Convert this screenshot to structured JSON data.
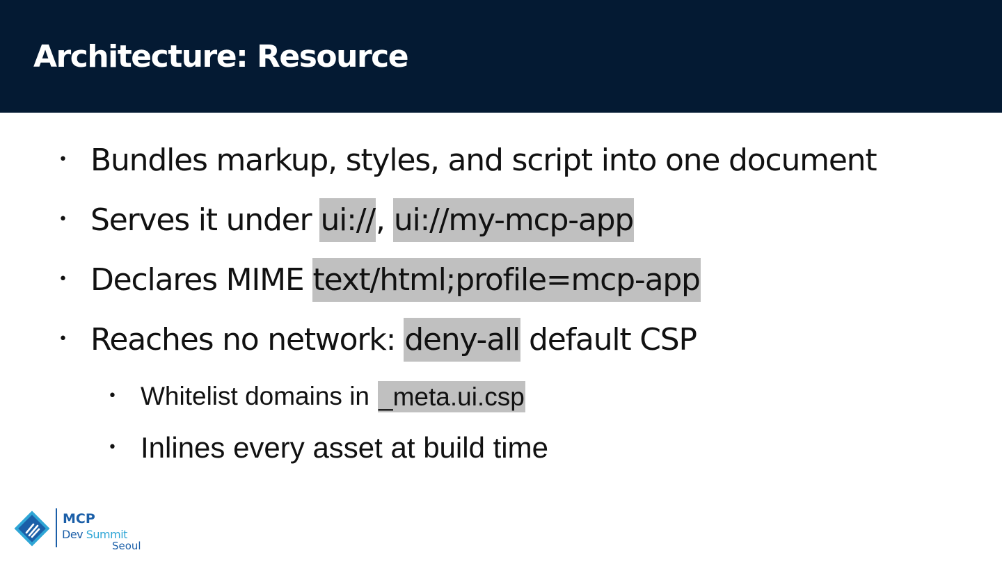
{
  "slide": {
    "title": "Architecture: Resource",
    "bullets": [
      {
        "before": "Bundles markup, styles, and script into one document"
      },
      {
        "before": "Serves it under",
        "code_1": "ui://",
        "separator": ",",
        "code_2": "ui://my-mcp-app"
      },
      {
        "before": "Declares MIME",
        "code_1": "text/html;profile=mcp-app"
      },
      {
        "before": "Reaches no network:",
        "code_1": "deny-all",
        "after": "default CSP"
      }
    ],
    "sub_bullets": [
      {
        "before": "Whitelist domains in",
        "code_1": "_meta.ui.csp"
      },
      {
        "before": "Inlines every asset at build time"
      }
    ],
    "bullet_glyph": "•"
  },
  "logo": {
    "line1": "MCP",
    "line2_a": "Dev",
    "line2_b": "Summit",
    "line3": "Seoul"
  },
  "colors": {
    "header_bg": "#041a33",
    "title_text": "#ffffff",
    "code_highlight": "#c0c0c0",
    "logo_primary": "#1b5fa8",
    "logo_accent": "#2fa6d6"
  }
}
